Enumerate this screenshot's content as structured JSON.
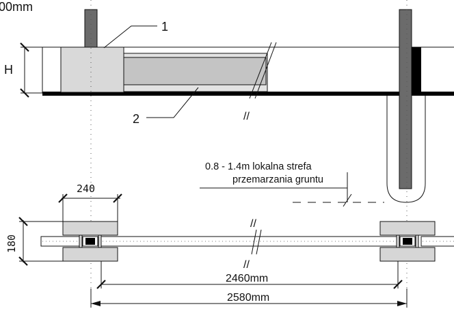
{
  "labels": {
    "top_dimension": "00mm",
    "callout_1": "1",
    "callout_2": "2",
    "height_symbol": "H",
    "frost_line_1": "0.8 - 1.4m  lokalna strefa",
    "frost_line_2": "przemarzania gruntu",
    "block_width": "240",
    "block_height": "180",
    "inner_span": "2460mm",
    "outer_span": "2580mm",
    "break_mark": "//"
  },
  "colors": {
    "line": "#111111",
    "block_fill": "#d6d6d6",
    "panel_fill": "#c9c9c9",
    "post_fill": "#6b6b6b",
    "black": "#000000"
  }
}
